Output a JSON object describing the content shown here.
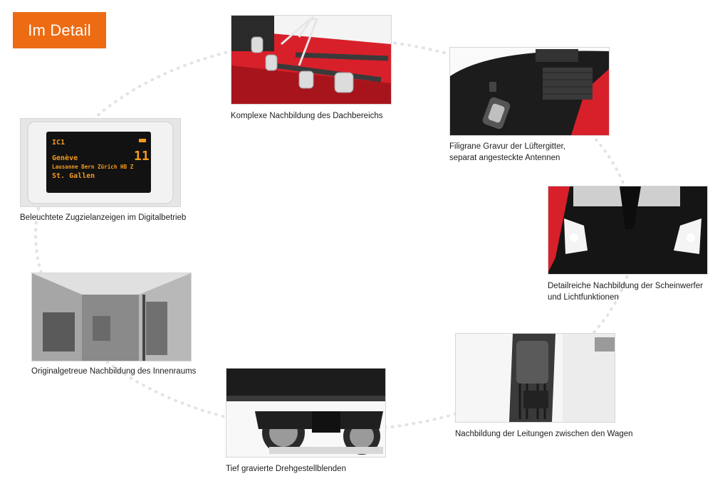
{
  "header": {
    "badge": "Im Detail"
  },
  "display_text": {
    "line": "IC1",
    "track": "11",
    "destination": "Genève",
    "via": "Lausanne Bern Zürich HB Z",
    "origin": "St. Gallen"
  },
  "items": [
    {
      "caption": [
        "Komplexe Nachbildung des Dachbereichs"
      ]
    },
    {
      "caption": [
        "Filigrane Gravur der Lüftergitter,",
        "separat angesteckte Antennen"
      ]
    },
    {
      "caption": [
        "Detailreiche Nachbildung der Scheinwerfer",
        "und Lichtfunktionen"
      ]
    },
    {
      "caption": [
        "Nachbildung der Leitungen zwischen den Wagen"
      ]
    },
    {
      "caption": [
        "Tief gravierte Drehgestellblenden"
      ]
    },
    {
      "caption": [
        "Originalgetreue Nachbildung des Innenraums"
      ]
    },
    {
      "caption": [
        "Beleuchtete Zugzielanzeigen im Digitalbetrieb"
      ]
    }
  ],
  "colors": {
    "accent": "#ec6b13",
    "train_red": "#d8202a",
    "dots": "#e3e3e3"
  }
}
